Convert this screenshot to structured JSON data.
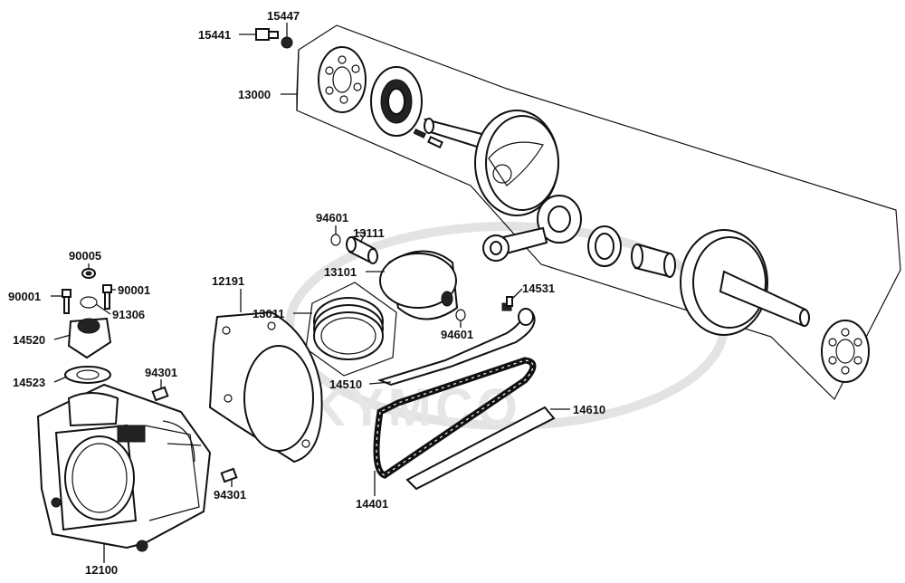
{
  "watermark": {
    "text": "KYMCO"
  },
  "labels": {
    "p15441": "15441",
    "p15447": "15447",
    "p13000": "13000",
    "p94601a": "94601",
    "p13111": "13111",
    "p13101": "13101",
    "p13011": "13011",
    "p94601b": "94601",
    "p12191": "12191",
    "p14531": "14531",
    "p14510": "14510",
    "p14610": "14610",
    "p14401": "14401",
    "p90005": "90005",
    "p90001a": "90001",
    "p90001b": "90001",
    "p91306": "91306",
    "p14520": "14520",
    "p14523": "14523",
    "p94301a": "94301",
    "p94301b": "94301",
    "p12100": "12100"
  }
}
